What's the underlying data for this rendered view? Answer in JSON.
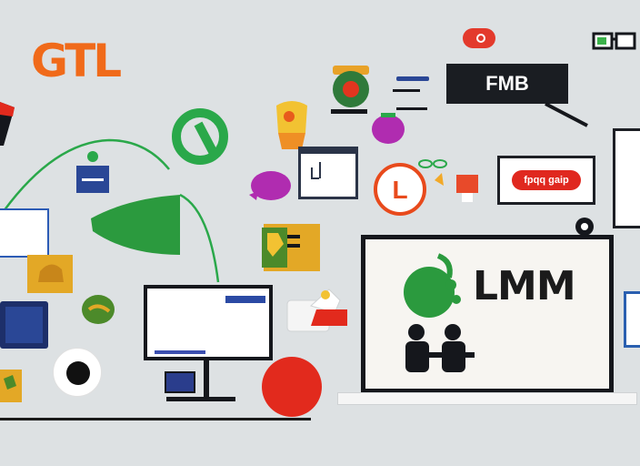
{
  "logo": {
    "text": "GTL"
  },
  "sign": {
    "text": "FMB"
  },
  "ad_board": {
    "label": "fpqq gaip"
  },
  "big_screen": {
    "brand": "LMM"
  },
  "badge_letter": "L",
  "colors": {
    "background": "#dde1e3",
    "accent_orange": "#f06a1a",
    "accent_green": "#2aa84a",
    "accent_red": "#e22a1d",
    "navy": "#1d2f6a",
    "magenta": "#b02cb0",
    "mustard": "#e3a826"
  },
  "icons": [
    "lightbulb-icon",
    "speech-bubble-icon",
    "green-ring-icon",
    "apple-icon",
    "people-icon",
    "glasses-icon"
  ]
}
